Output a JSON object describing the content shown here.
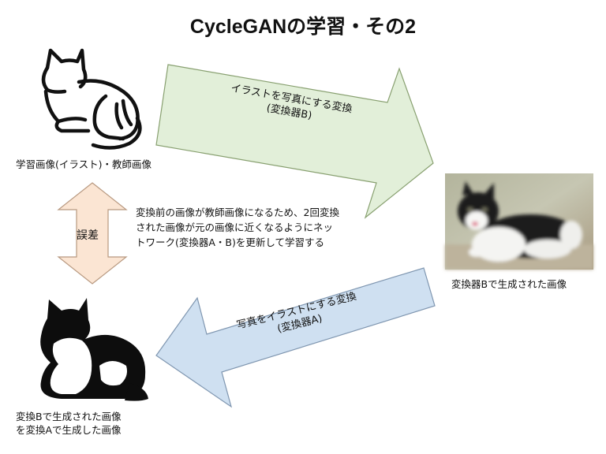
{
  "title": "CycleGANの学習・その2",
  "source_image": {
    "caption": "学習画像(イラスト)・教師画像"
  },
  "arrow_top": {
    "line1": "イラストを写真にする変換",
    "line2": "(変換器B)",
    "fill": "#e2efd9",
    "stroke": "#88a070"
  },
  "generated_photo": {
    "caption": "変換器Bで生成された画像"
  },
  "arrow_bottom": {
    "line1": "写真をイラストにする変換",
    "line2": "(変換器A)",
    "fill": "#cfe0f1",
    "stroke": "#7f96b0"
  },
  "reconstructed": {
    "caption_line1": "変換Bで生成された画像",
    "caption_line2": "を変換Aで生成した画像"
  },
  "error_arrow": {
    "label": "誤差",
    "fill": "#fbe5d3",
    "stroke": "#b89980"
  },
  "description": "変換前の画像が教師画像になるため、2回変換された画像が元の画像に近くなるようにネットワーク(変換器A・B)を更新して学習する"
}
